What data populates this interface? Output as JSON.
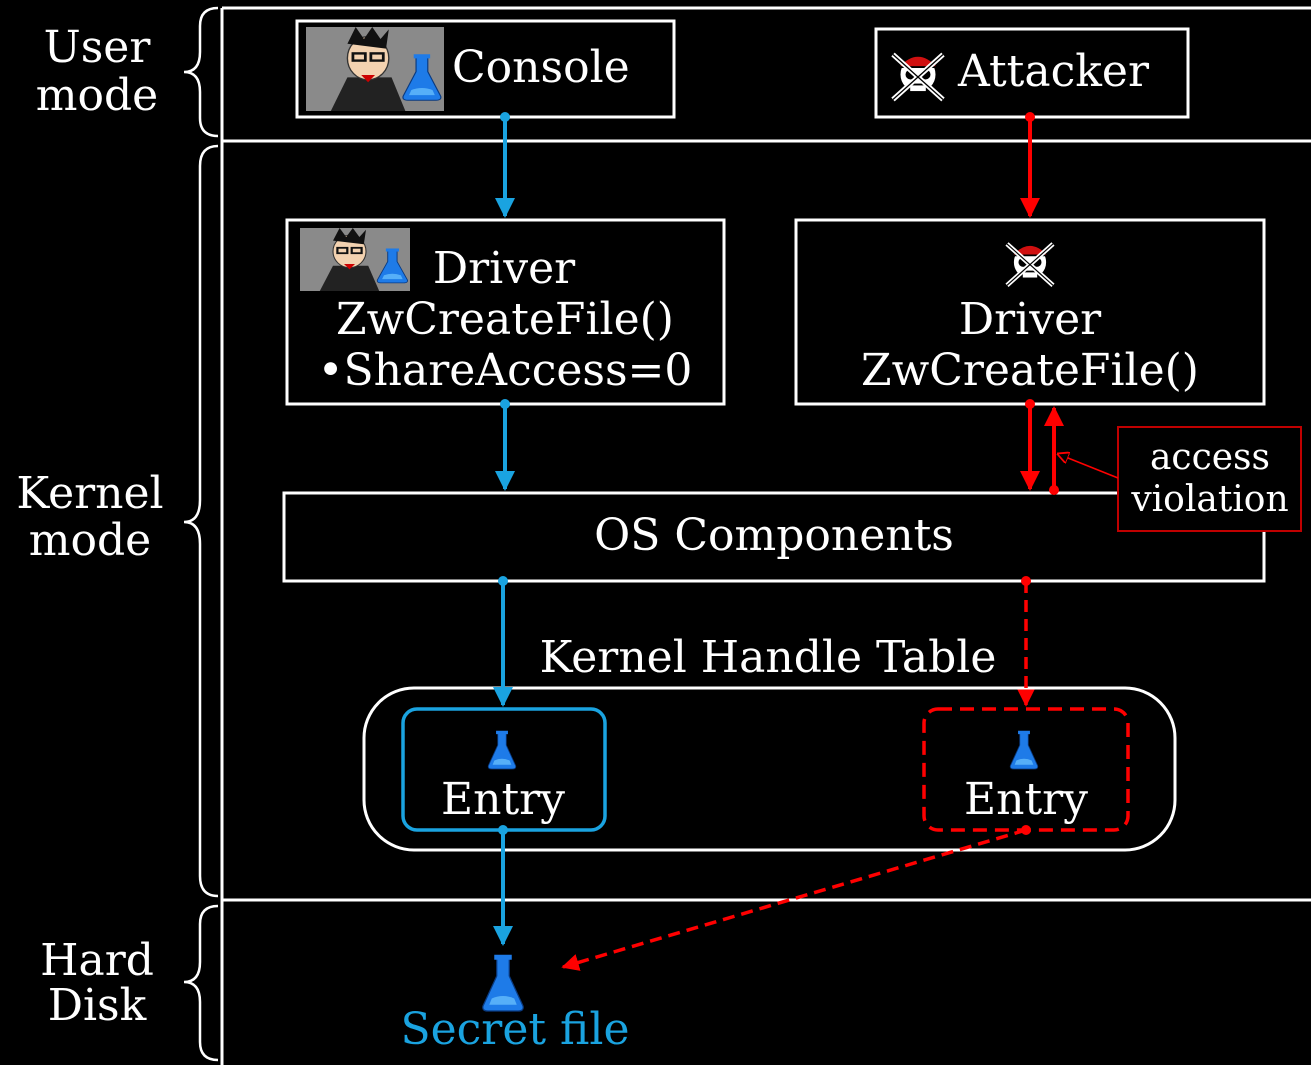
{
  "layers": {
    "user": [
      "User",
      "mode"
    ],
    "kernel": [
      "Kernel",
      "mode"
    ],
    "disk": [
      "Hard",
      "Disk"
    ]
  },
  "console": {
    "label": "Console"
  },
  "attacker": {
    "label": "Attacker"
  },
  "legit_driver": {
    "title": "Driver",
    "call": "ZwCreateFile()",
    "param": "•ShareAccess=0"
  },
  "attacker_driver": {
    "title": "Driver",
    "call": "ZwCreateFile()"
  },
  "os_components": "OS Components",
  "access_violation": [
    "access",
    "violation"
  ],
  "handle_table": {
    "label": "Kernel Handle Table",
    "legit_entry": "Entry",
    "attacker_entry": "Entry"
  },
  "secret_file": "Secret file",
  "colors": {
    "background": "#000000",
    "legit": "#1aa3e0",
    "attacker": "#ff0000",
    "box": "#ffffff",
    "flask": "#1e7be8",
    "note_border": "#c00000"
  }
}
